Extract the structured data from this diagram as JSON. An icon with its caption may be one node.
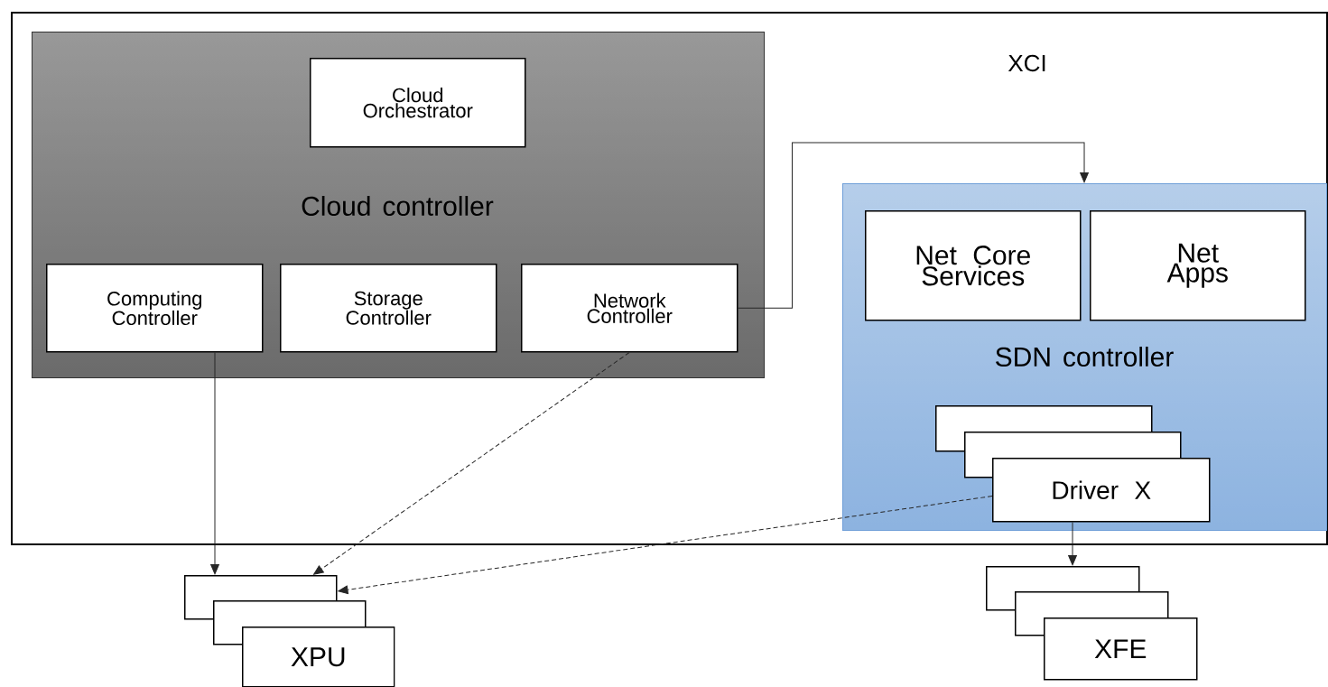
{
  "diagram": {
    "nodes": [
      {
        "text": [
          "XCI"
        ]
      },
      {
        "text": [
          "Cloud controller"
        ],
        "in": 0
      },
      {
        "text": [
          "Cloud Orchestrator"
        ],
        "in": 1
      },
      {
        "text": [
          "Computing Controller"
        ],
        "in": 1
      },
      {
        "text": [
          "Storage Controller"
        ],
        "in": 1
      },
      {
        "text": [
          "Network Controller"
        ],
        "in": 1
      },
      {
        "text": [
          "SDN controller"
        ],
        "in": 0
      },
      {
        "text": [
          "Net Core Services"
        ],
        "in": 6
      },
      {
        "text": [
          "Net Apps"
        ],
        "in": 6
      },
      {
        "text": [],
        "shape": "box",
        "in": 6
      },
      {
        "text": [],
        "shape": "box",
        "in": 6
      },
      {
        "text": [
          "Driver X"
        ],
        "in": 6
      },
      {
        "text": [],
        "shape": "box"
      },
      {
        "text": [],
        "shape": "box"
      },
      {
        "text": [
          "XPU"
        ]
      },
      {
        "text": [],
        "shape": "box"
      },
      {
        "text": [],
        "shape": "box"
      },
      {
        "text": [
          "XFE"
        ]
      }
    ],
    "edges": [
      {
        "from": 5,
        "to": 6,
        "arrow": "to"
      },
      {
        "from": 3,
        "to": 12,
        "arrow": "to"
      },
      {
        "from": 5,
        "to": 12,
        "arrow": "to",
        "style": "dashed"
      },
      {
        "from": 11,
        "to": 12,
        "arrow": "to",
        "style": "dashed"
      },
      {
        "from": 11,
        "to": 15,
        "arrow": "to"
      }
    ]
  }
}
